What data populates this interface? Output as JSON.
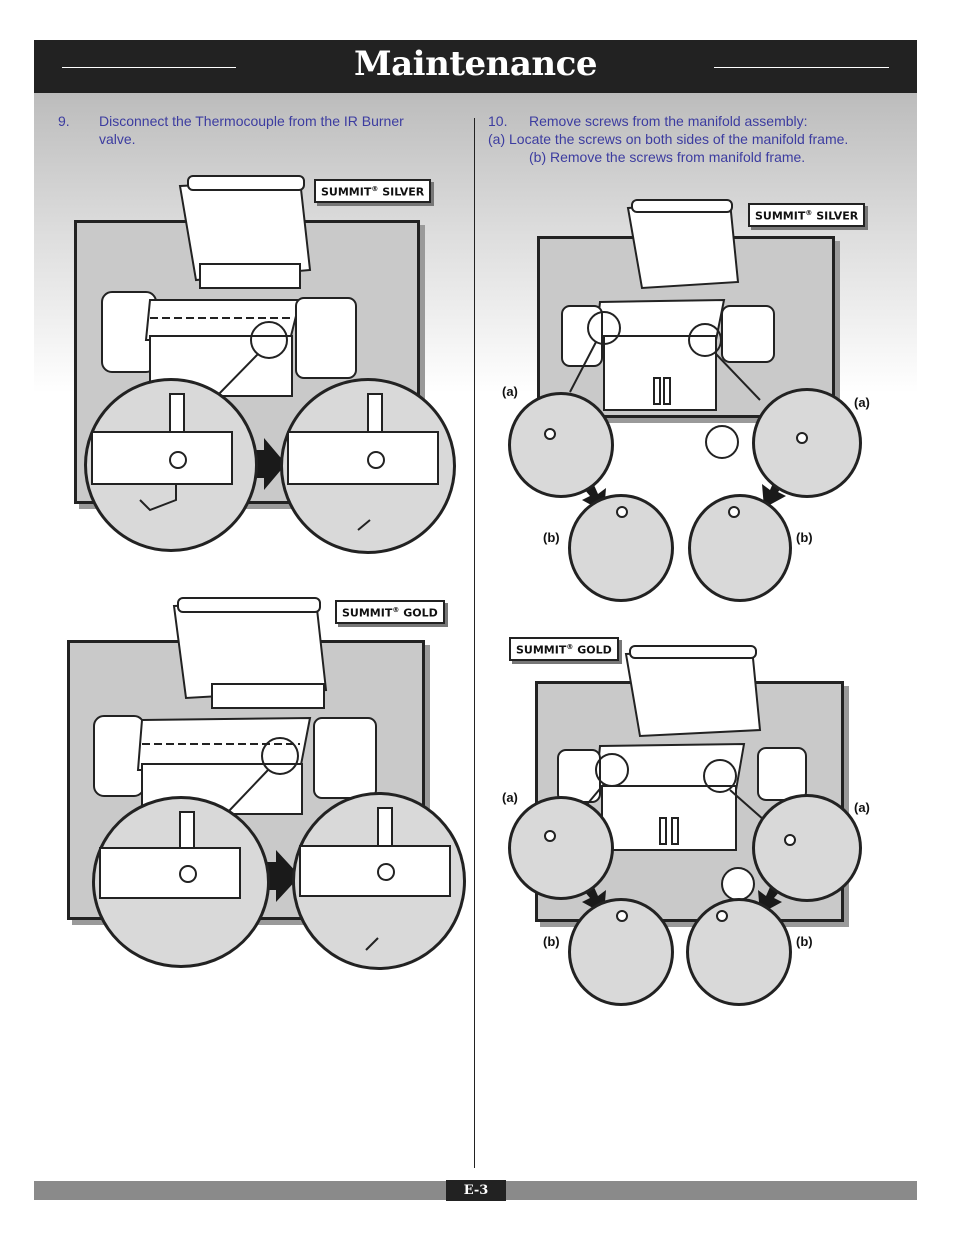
{
  "header": {
    "title": "Maintenance"
  },
  "step9": {
    "number": "9.",
    "text": "Disconnect the Thermocouple from the IR Burner valve."
  },
  "step10": {
    "number": "10.",
    "text": "Remove screws from the manifold assembly:",
    "sub_a": "(a) Locate the screws on both sides of the manifold frame.",
    "sub_b": "(b) Remove the screws from manifold frame."
  },
  "badges": {
    "silver_brand": "SUMMIT",
    "silver_model": "SILVER",
    "gold_brand": "SUMMIT",
    "gold_model": "GOLD",
    "registered": "®"
  },
  "callouts": {
    "a": "(a)",
    "b": "(b)"
  },
  "footer": {
    "page": "E-3"
  },
  "colors": {
    "header": "#222222",
    "instruction_text": "#3c3ca0",
    "footer_bar": "#8a8a8a"
  }
}
